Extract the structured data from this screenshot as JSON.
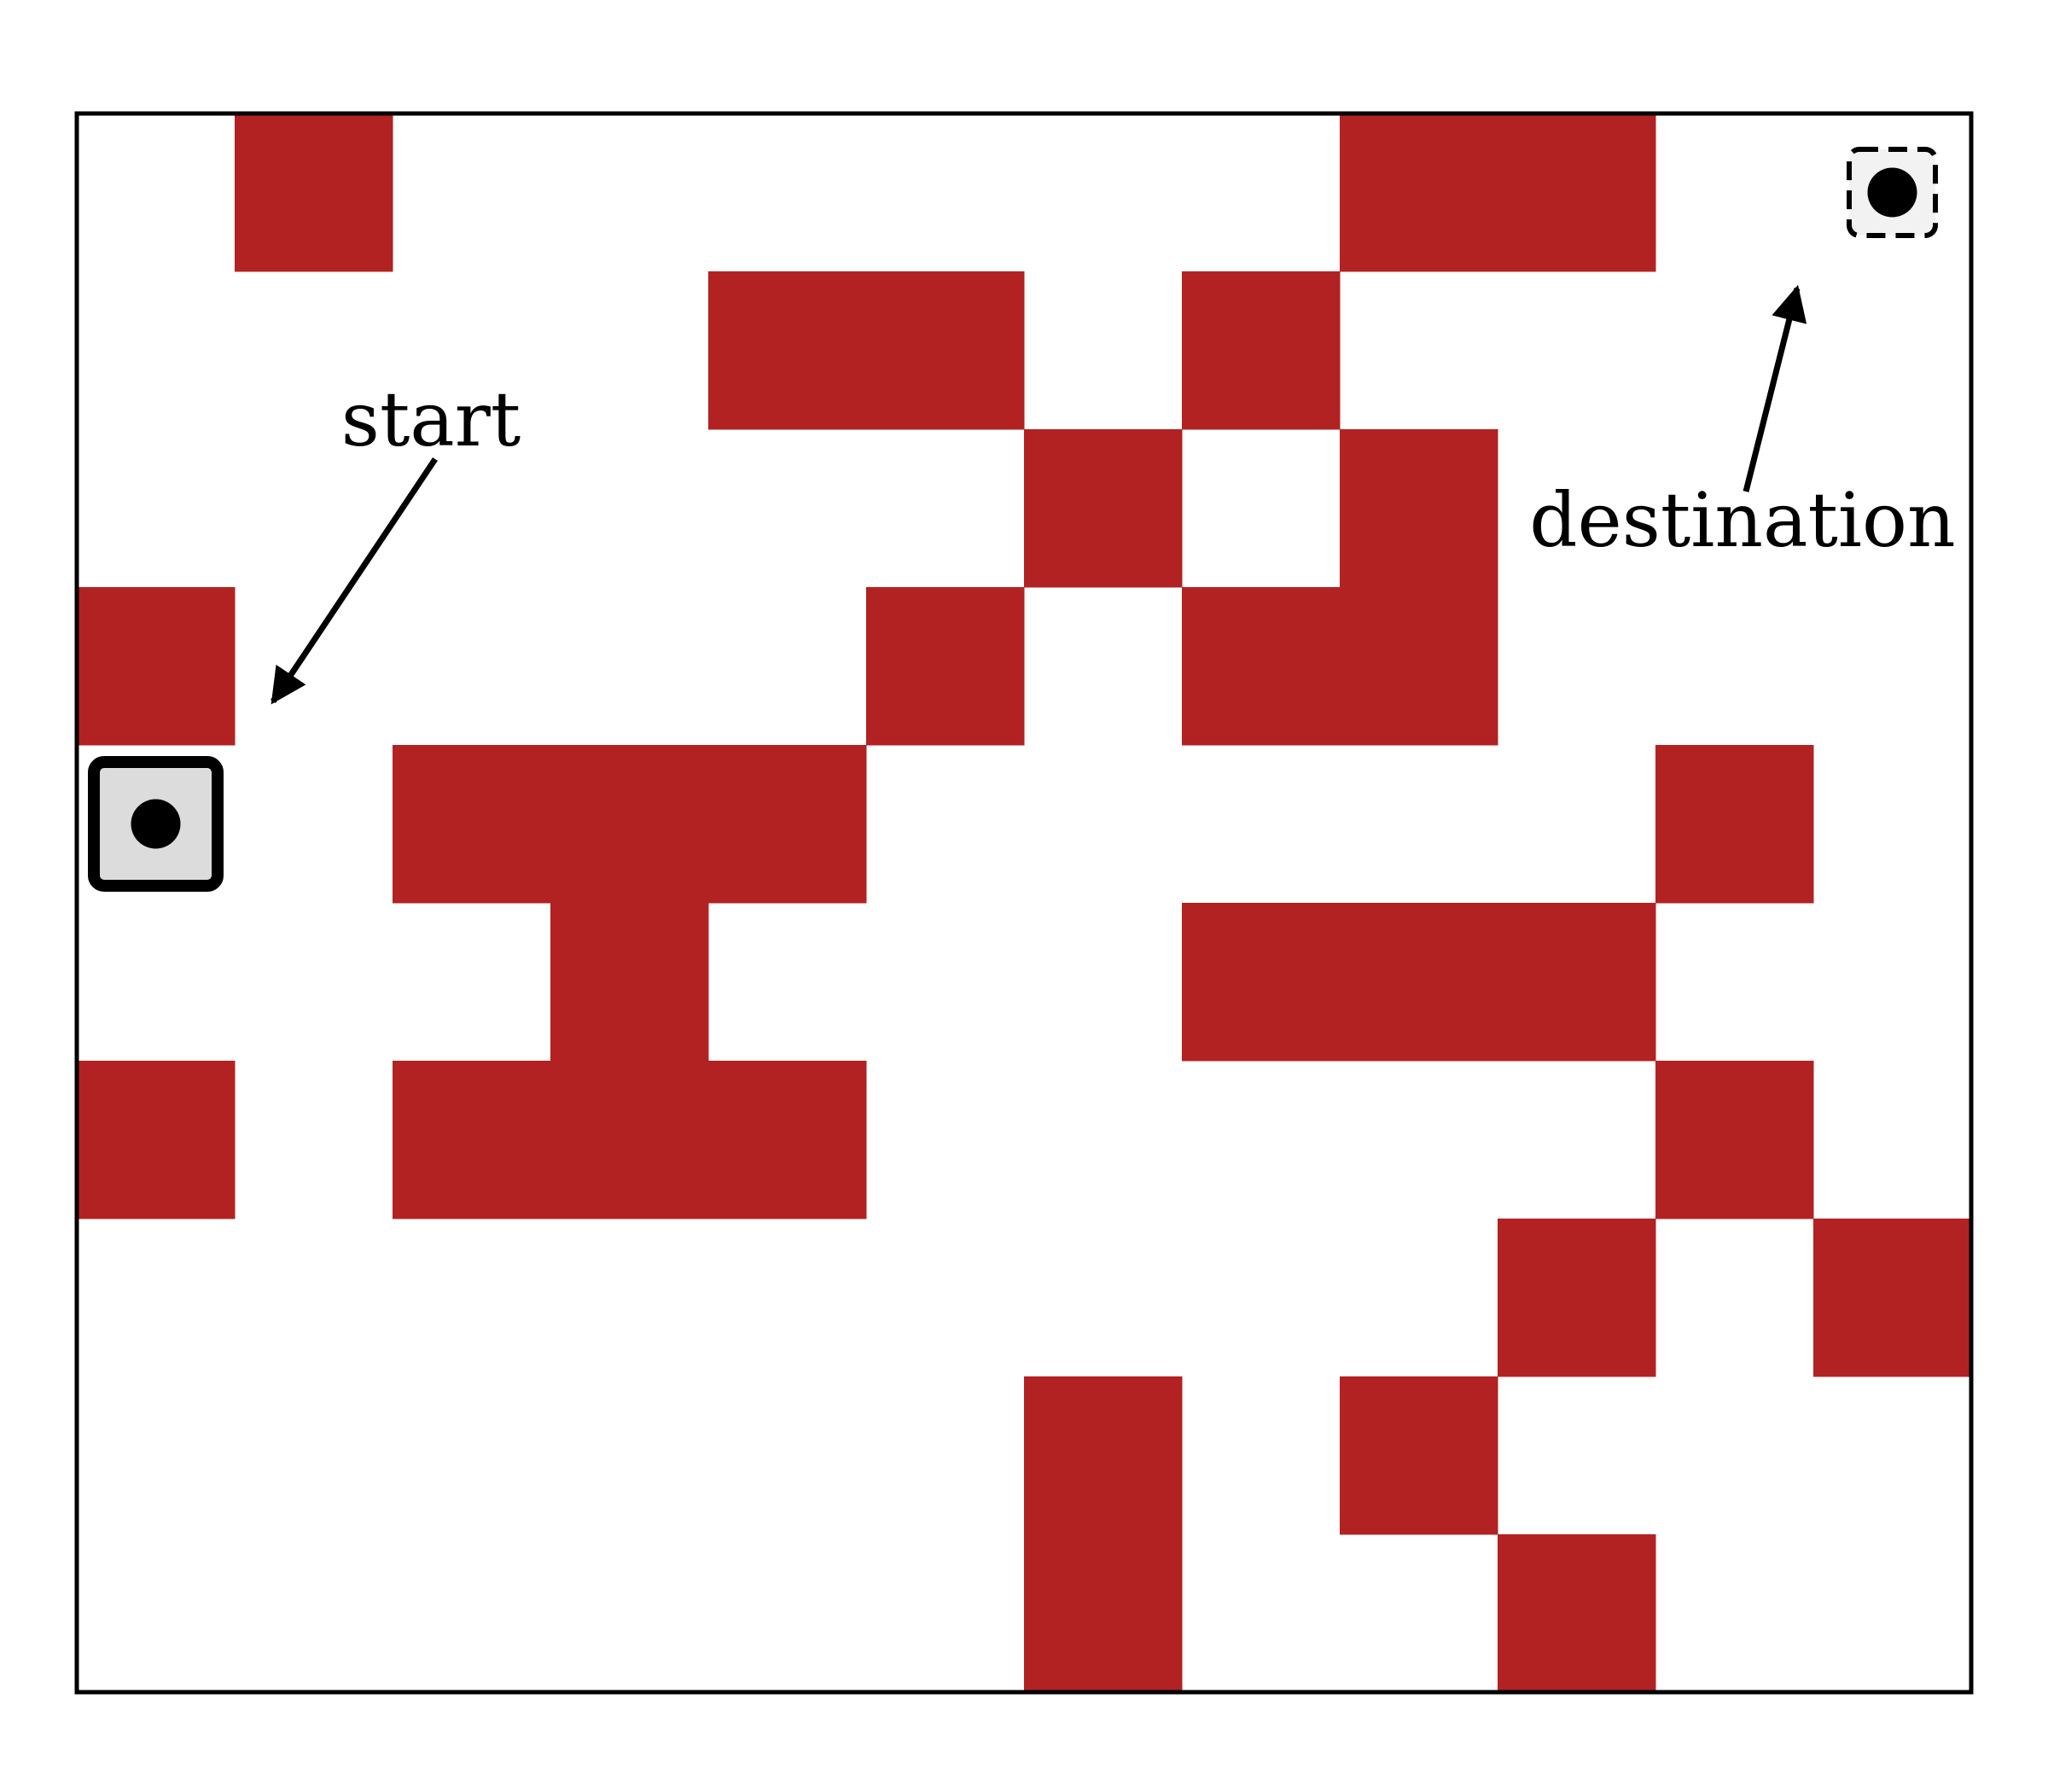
{
  "grid": {
    "cols": 12,
    "rows": 10,
    "obstacle_color": "#B22222",
    "border_color": "#000000",
    "obstacles": [
      [
        1,
        0
      ],
      [
        8,
        0
      ],
      [
        9,
        0
      ],
      [
        4,
        1
      ],
      [
        5,
        1
      ],
      [
        7,
        1
      ],
      [
        6,
        2
      ],
      [
        8,
        2
      ],
      [
        0,
        3
      ],
      [
        5,
        3
      ],
      [
        7,
        3
      ],
      [
        8,
        3
      ],
      [
        2,
        4
      ],
      [
        3,
        4
      ],
      [
        4,
        4
      ],
      [
        10,
        4
      ],
      [
        3,
        5
      ],
      [
        7,
        5
      ],
      [
        8,
        5
      ],
      [
        9,
        5
      ],
      [
        0,
        6
      ],
      [
        2,
        6
      ],
      [
        3,
        6
      ],
      [
        4,
        6
      ],
      [
        10,
        6
      ],
      [
        9,
        7
      ],
      [
        11,
        7
      ],
      [
        6,
        8
      ],
      [
        8,
        8
      ],
      [
        6,
        9
      ],
      [
        9,
        9
      ]
    ]
  },
  "start": {
    "label": "start",
    "cell": [
      0,
      4
    ],
    "fill": "#DCDCDC",
    "border_style": "solid",
    "icon": "dot-icon"
  },
  "destination": {
    "label": "destination",
    "cell": [
      11,
      0
    ],
    "fill": "#F2F2F2",
    "border_style": "dashed",
    "icon": "dot-icon"
  }
}
